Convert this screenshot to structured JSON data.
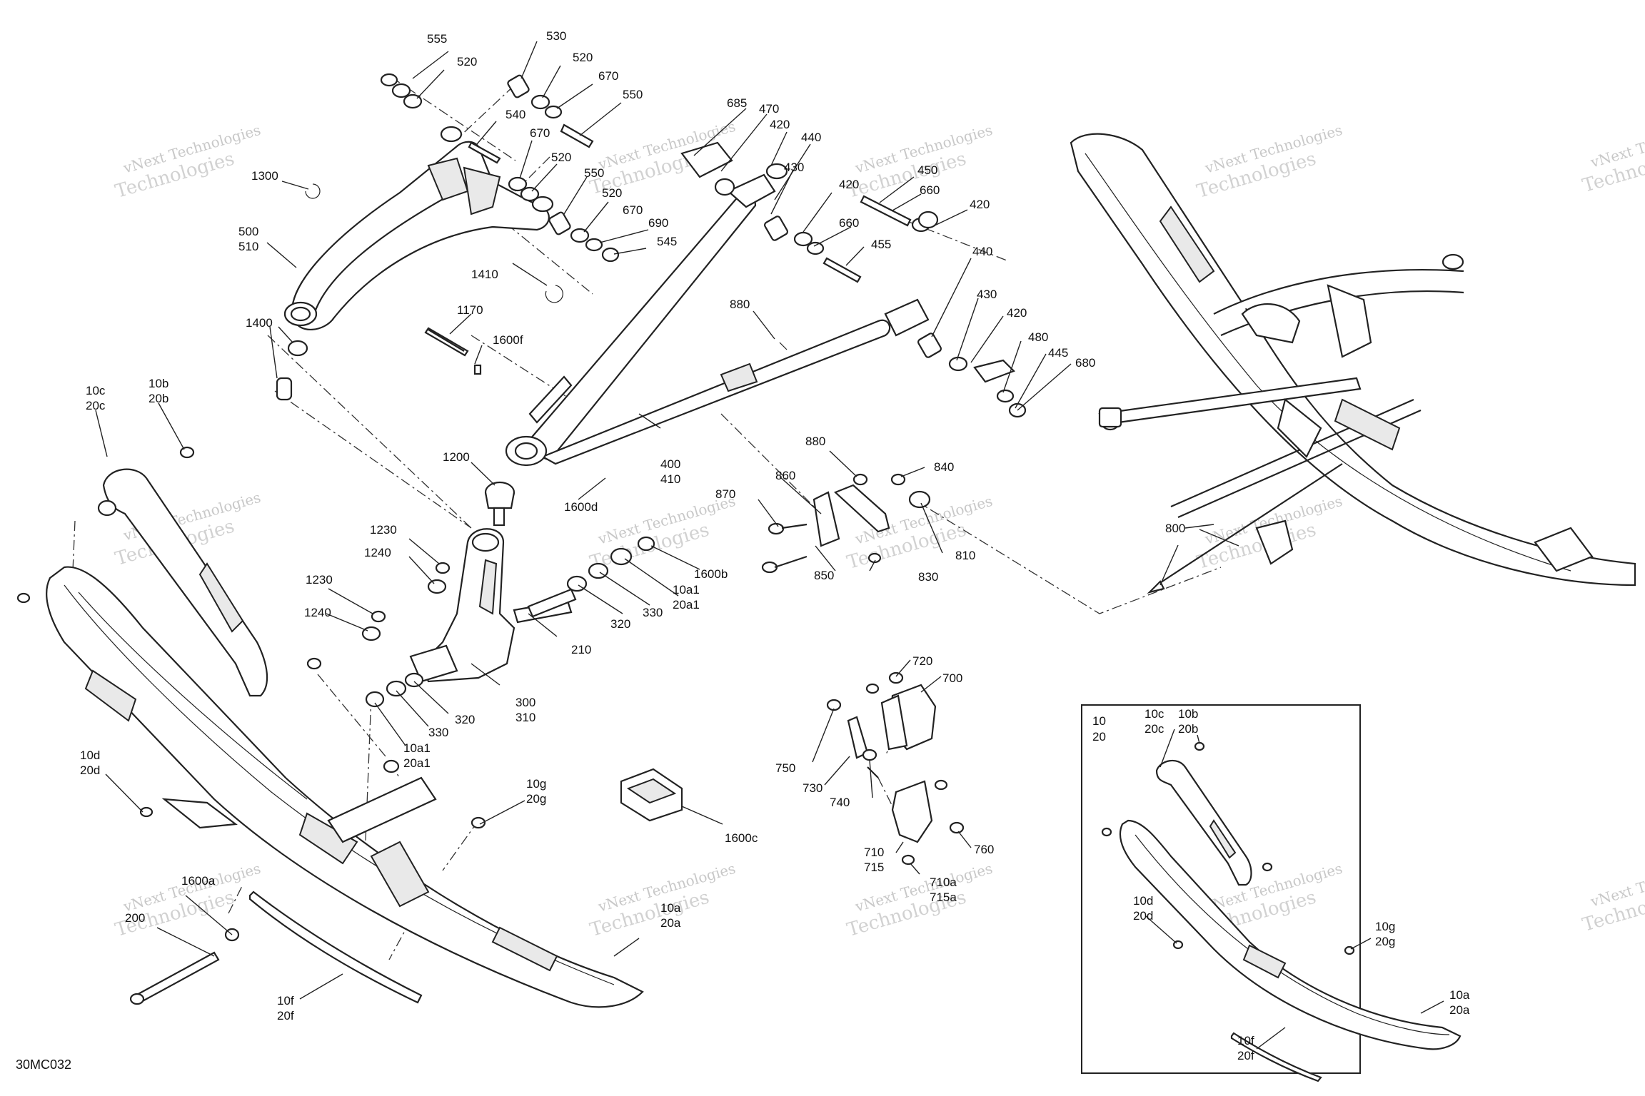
{
  "figure_code": "30MC032",
  "watermark": {
    "line1": "vNext Technologies",
    "line2": "Technologies"
  },
  "inset": {
    "header": [
      "10",
      "20"
    ]
  },
  "callouts": [
    {
      "id": "c555",
      "text": [
        "555"
      ]
    },
    {
      "id": "c530",
      "text": [
        "530"
      ]
    },
    {
      "id": "c520a",
      "text": [
        "520"
      ]
    },
    {
      "id": "c520b",
      "text": [
        "520"
      ]
    },
    {
      "id": "c670a",
      "text": [
        "670"
      ]
    },
    {
      "id": "c550",
      "text": [
        "550"
      ]
    },
    {
      "id": "c540",
      "text": [
        "540"
      ]
    },
    {
      "id": "c670b",
      "text": [
        "670"
      ]
    },
    {
      "id": "c520c",
      "text": [
        "520"
      ]
    },
    {
      "id": "c550b",
      "text": [
        "550"
      ]
    },
    {
      "id": "c520d",
      "text": [
        "520"
      ]
    },
    {
      "id": "c670c",
      "text": [
        "670"
      ]
    },
    {
      "id": "c690",
      "text": [
        "690"
      ]
    },
    {
      "id": "c545",
      "text": [
        "545"
      ]
    },
    {
      "id": "c1300",
      "text": [
        "1300"
      ]
    },
    {
      "id": "c500",
      "text": [
        "500",
        "510"
      ]
    },
    {
      "id": "c1410",
      "text": [
        "1410"
      ]
    },
    {
      "id": "c1170",
      "text": [
        "1170"
      ]
    },
    {
      "id": "c1600f",
      "text": [
        "1600f"
      ]
    },
    {
      "id": "c1400",
      "text": [
        "1400"
      ]
    },
    {
      "id": "c685",
      "text": [
        "685"
      ]
    },
    {
      "id": "c470",
      "text": [
        "470"
      ]
    },
    {
      "id": "c420a",
      "text": [
        "420"
      ]
    },
    {
      "id": "c440a",
      "text": [
        "440"
      ]
    },
    {
      "id": "c430a",
      "text": [
        "430"
      ]
    },
    {
      "id": "c420b",
      "text": [
        "420"
      ]
    },
    {
      "id": "c450",
      "text": [
        "450"
      ]
    },
    {
      "id": "c660a",
      "text": [
        "660"
      ]
    },
    {
      "id": "c420c",
      "text": [
        "420"
      ]
    },
    {
      "id": "c660b",
      "text": [
        "660"
      ]
    },
    {
      "id": "c455",
      "text": [
        "455"
      ]
    },
    {
      "id": "c440b",
      "text": [
        "440"
      ]
    },
    {
      "id": "c430b",
      "text": [
        "430"
      ]
    },
    {
      "id": "c420d",
      "text": [
        "420"
      ]
    },
    {
      "id": "c480",
      "text": [
        "480"
      ]
    },
    {
      "id": "c445",
      "text": [
        "445"
      ]
    },
    {
      "id": "c680",
      "text": [
        "680"
      ]
    },
    {
      "id": "c880a",
      "text": [
        "880"
      ]
    },
    {
      "id": "c400",
      "text": [
        "400",
        "410"
      ]
    },
    {
      "id": "c1200",
      "text": [
        "1200"
      ]
    },
    {
      "id": "c1600d",
      "text": [
        "1600d"
      ]
    },
    {
      "id": "c10c",
      "text": [
        "10c",
        "20c"
      ]
    },
    {
      "id": "c10b",
      "text": [
        "10b",
        "20b"
      ]
    },
    {
      "id": "c1230a",
      "text": [
        "1230"
      ]
    },
    {
      "id": "c1240a",
      "text": [
        "1240"
      ]
    },
    {
      "id": "c1230b",
      "text": [
        "1230"
      ]
    },
    {
      "id": "c1240b",
      "text": [
        "1240"
      ]
    },
    {
      "id": "c1600b",
      "text": [
        "1600b"
      ]
    },
    {
      "id": "c10a1a",
      "text": [
        "10a1",
        "20a1"
      ]
    },
    {
      "id": "c330a",
      "text": [
        "330"
      ]
    },
    {
      "id": "c320a",
      "text": [
        "320"
      ]
    },
    {
      "id": "c210",
      "text": [
        "210"
      ]
    },
    {
      "id": "c300",
      "text": [
        "300",
        "310"
      ]
    },
    {
      "id": "c320b",
      "text": [
        "320"
      ]
    },
    {
      "id": "c330b",
      "text": [
        "330"
      ]
    },
    {
      "id": "c10a1b",
      "text": [
        "10a1",
        "20a1"
      ]
    },
    {
      "id": "c880b",
      "text": [
        "880"
      ]
    },
    {
      "id": "c860",
      "text": [
        "860"
      ]
    },
    {
      "id": "c870",
      "text": [
        "870"
      ]
    },
    {
      "id": "c840",
      "text": [
        "840"
      ]
    },
    {
      "id": "c810",
      "text": [
        "810"
      ]
    },
    {
      "id": "c850",
      "text": [
        "850"
      ]
    },
    {
      "id": "c830",
      "text": [
        "830"
      ]
    },
    {
      "id": "c800",
      "text": [
        "800"
      ]
    },
    {
      "id": "c720",
      "text": [
        "720"
      ]
    },
    {
      "id": "c700",
      "text": [
        "700"
      ]
    },
    {
      "id": "c750",
      "text": [
        "750"
      ]
    },
    {
      "id": "c730",
      "text": [
        "730"
      ]
    },
    {
      "id": "c740",
      "text": [
        "740"
      ]
    },
    {
      "id": "c710",
      "text": [
        "710",
        "715"
      ]
    },
    {
      "id": "c760",
      "text": [
        "760"
      ]
    },
    {
      "id": "c710a",
      "text": [
        "710a",
        "715a"
      ]
    },
    {
      "id": "c1600c",
      "text": [
        "1600c"
      ]
    },
    {
      "id": "c10d",
      "text": [
        "10d",
        "20d"
      ]
    },
    {
      "id": "c10g",
      "text": [
        "10g",
        "20g"
      ]
    },
    {
      "id": "c1600a",
      "text": [
        "1600a"
      ]
    },
    {
      "id": "c200",
      "text": [
        "200"
      ]
    },
    {
      "id": "c10a",
      "text": [
        "10a",
        "20a"
      ]
    },
    {
      "id": "c10f",
      "text": [
        "10f",
        "20f"
      ]
    },
    {
      "id": "i10c",
      "text": [
        "10c",
        "20c"
      ]
    },
    {
      "id": "i10b",
      "text": [
        "10b",
        "20b"
      ]
    },
    {
      "id": "i10d",
      "text": [
        "10d",
        "20d"
      ]
    },
    {
      "id": "i10g",
      "text": [
        "10g",
        "20g"
      ]
    },
    {
      "id": "i10a",
      "text": [
        "10a",
        "20a"
      ]
    },
    {
      "id": "i10f",
      "text": [
        "10f",
        "20f"
      ]
    }
  ]
}
